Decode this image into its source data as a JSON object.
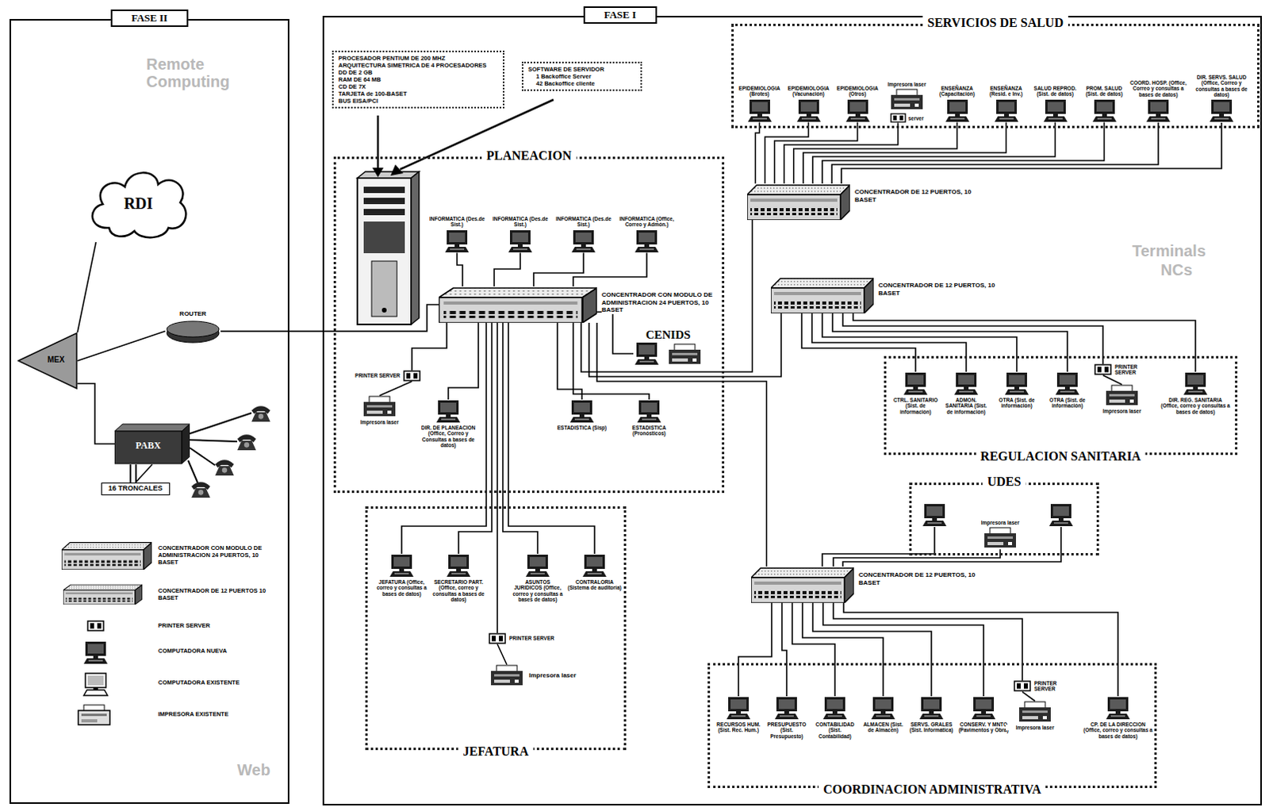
{
  "diagram": {
    "nodes": [
      {
        "text": [
          "FASE II"
        ]
      },
      {
        "text": [
          "FASE I"
        ]
      },
      {
        "text": [
          "RDI"
        ],
        "in": 0
      },
      {
        "text": [
          "ROUTER"
        ],
        "in": 0
      },
      {
        "text": [
          "MEX"
        ],
        "in": 0
      },
      {
        "text": [
          "PABX"
        ],
        "in": 0
      },
      {
        "text": [
          "16 TRONCALES"
        ],
        "in": 0
      },
      {
        "text": [
          "PROCESADOR PENTIUM DE 200 MHZ",
          "ARQUITECTURA SIMETRICA DE 4 PROCESADORES",
          "DD DE 2 GB",
          "RAM DE 64 MB",
          "CD DE 7X",
          "TARJETA de 100-BASET",
          "BUS EISA/PCI"
        ],
        "in": 1
      },
      {
        "text": [
          "SOFTWARE DE SERVIDOR",
          "1 Backoffice Server",
          "42 Backoffice cliente"
        ],
        "in": 1
      },
      {
        "text": [
          "SERVICIOS DE SALUD"
        ],
        "in": 1
      },
      {
        "text": [
          "EPIDEMIOLOGIA (Brotes)"
        ],
        "in": 9
      },
      {
        "text": [
          "EPIDEMIOLOGIA (Vacunación)"
        ],
        "in": 9
      },
      {
        "text": [
          "EPIDEMIOLOGIA (Otros)"
        ],
        "in": 9
      },
      {
        "text": [
          "Impresora laser",
          "server"
        ],
        "in": 9
      },
      {
        "text": [
          "ENSEÑANZA (Capacitación)"
        ],
        "in": 9
      },
      {
        "text": [
          "ENSEÑANZA (Resid. e Inv.)"
        ],
        "in": 9
      },
      {
        "text": [
          "SALUD REPROD. (Sist. de datos)"
        ],
        "in": 9
      },
      {
        "text": [
          "PROM. SALUD (Sist. de datos)"
        ],
        "in": 9
      },
      {
        "text": [
          "COORD. HOSP. (Office, Correo y consultas a bases de datos)"
        ],
        "in": 9
      },
      {
        "text": [
          "DIR. SERVS. SALUD (Office, Correo y consultas a bases de datos)"
        ],
        "in": 9
      },
      {
        "text": [
          "CONCENTRADOR DE 12 PUERTOS, 10 BASET"
        ],
        "in": 1
      },
      {
        "text": [
          "PLANEACION"
        ],
        "in": 1
      },
      {
        "text": [
          "INFORMATICA (Des.de Sist.)"
        ],
        "in": 21
      },
      {
        "text": [
          "INFORMATICA (Des.de Sist.)"
        ],
        "in": 21
      },
      {
        "text": [
          "INFORMATICA (Des.de Sist.)"
        ],
        "in": 21
      },
      {
        "text": [
          "INFORMATICA (Office, Correo y Admón.)"
        ],
        "in": 21
      },
      {
        "text": [
          "CONCENTRADOR CON MODULO DE ADMINISTRACION 24 PUERTOS, 10 BASET"
        ],
        "in": 21
      },
      {
        "text": [
          "CENIDS"
        ],
        "in": 21
      },
      {
        "text": [
          "PRINTER SERVER"
        ],
        "in": 21
      },
      {
        "text": [
          "Impresora laser"
        ],
        "in": 21
      },
      {
        "text": [
          "DIR. DE PLANEACION (Office, Correo y Consultas a bases de datos)"
        ],
        "in": 21
      },
      {
        "text": [
          "ESTADISTICA (Sisp)"
        ],
        "in": 21
      },
      {
        "text": [
          "ESTADISTICA (Pronósticos)"
        ],
        "in": 21
      },
      {
        "text": [
          "JEFATURA"
        ],
        "in": 1
      },
      {
        "text": [
          "JEFATURA (Office, correo y consultas a bases de datos)"
        ],
        "in": 33
      },
      {
        "text": [
          "SECRETARIO PART. (Office, correo y consultas a bases de datos)"
        ],
        "in": 33
      },
      {
        "text": [
          "ASUNTOS JURIDICOS (Office, correo y consultas a bases de datos)"
        ],
        "in": 33
      },
      {
        "text": [
          "CONTRALORIA (Sistema de auditoría)"
        ],
        "in": 33
      },
      {
        "text": [
          "PRINTER SERVER"
        ],
        "in": 33
      },
      {
        "text": [
          "Impresora laser"
        ],
        "in": 33
      },
      {
        "text": [
          "CONCENTRADOR DE 12 PUERTOS, 10 BASET"
        ],
        "in": 1
      },
      {
        "text": [
          "REGULACION SANITARIA"
        ],
        "in": 1
      },
      {
        "text": [
          "CTRL. SANITARIO (Sist. de información)"
        ],
        "in": 41
      },
      {
        "text": [
          "ADMON. SANITARIA (Sist. de información)"
        ],
        "in": 41
      },
      {
        "text": [
          "OTRA (Sist. de información)"
        ],
        "in": 41
      },
      {
        "text": [
          "OTRA (Sist. de información)"
        ],
        "in": 41
      },
      {
        "text": [
          "PRINTER SERVER"
        ],
        "in": 41
      },
      {
        "text": [
          "Impresora laser"
        ],
        "in": 41
      },
      {
        "text": [
          "DIR. REG. SANITARIA (Office, correo y consultas a bases de datos)"
        ],
        "in": 41
      },
      {
        "text": [
          "UDES"
        ],
        "in": 1
      },
      {
        "text": [
          "Impresora laser"
        ],
        "in": 49
      },
      {
        "text": [
          "CONCENTRADOR DE 12 PUERTOS, 10 BASET"
        ],
        "in": 1
      },
      {
        "text": [
          "COORDINACION ADMINISTRATIVA"
        ],
        "in": 1
      },
      {
        "text": [
          "RECURSOS HUM. (Sist. Rec. Hum.)"
        ],
        "in": 52
      },
      {
        "text": [
          "PRESUPUESTO (Sist. Presupuesto)"
        ],
        "in": 52
      },
      {
        "text": [
          "CONTABILIDAD (Sist. Contabilidad)"
        ],
        "in": 52
      },
      {
        "text": [
          "ALMACEN (Sist. de Almacén)"
        ],
        "in": 52
      },
      {
        "text": [
          "SERVS. GRALES (Sist. Informática)"
        ],
        "in": 52
      },
      {
        "text": [
          "CONSERV. Y MNTO (Pavimentos y Obra)"
        ],
        "in": 52
      },
      {
        "text": [
          "PRINTER SERVER"
        ],
        "in": 52
      },
      {
        "text": [
          "Impresora laser"
        ],
        "in": 52
      },
      {
        "text": [
          "CP. DE LA DIRECCION (Office, correo y consultas a bases de datos)"
        ],
        "in": 52
      }
    ],
    "edges": [
      {
        "from": 2,
        "to": 4,
        "arrow": "none"
      },
      {
        "from": 4,
        "to": 3,
        "arrow": "none"
      },
      {
        "from": 3,
        "to": 26,
        "arrow": "none"
      },
      {
        "from": 4,
        "to": 5,
        "arrow": "none"
      },
      {
        "from": 5,
        "to": 6,
        "arrow": "none"
      },
      {
        "from": 10,
        "to": 20,
        "arrow": "none"
      },
      {
        "from": 11,
        "to": 20,
        "arrow": "none"
      },
      {
        "from": 12,
        "to": 20,
        "arrow": "none"
      },
      {
        "from": 13,
        "to": 20,
        "arrow": "none"
      },
      {
        "from": 14,
        "to": 20,
        "arrow": "none"
      },
      {
        "from": 15,
        "to": 20,
        "arrow": "none"
      },
      {
        "from": 16,
        "to": 20,
        "arrow": "none"
      },
      {
        "from": 17,
        "to": 20,
        "arrow": "none"
      },
      {
        "from": 18,
        "to": 20,
        "arrow": "none"
      },
      {
        "from": 19,
        "to": 20,
        "arrow": "none"
      },
      {
        "from": 22,
        "to": 26,
        "arrow": "none"
      },
      {
        "from": 23,
        "to": 26,
        "arrow": "none"
      },
      {
        "from": 24,
        "to": 26,
        "arrow": "none"
      },
      {
        "from": 25,
        "to": 26,
        "arrow": "none"
      },
      {
        "from": 27,
        "to": 26,
        "arrow": "none"
      },
      {
        "from": 28,
        "to": 26,
        "arrow": "none"
      },
      {
        "from": 28,
        "to": 29,
        "arrow": "none"
      },
      {
        "from": 30,
        "to": 26,
        "arrow": "none"
      },
      {
        "from": 31,
        "to": 26,
        "arrow": "none"
      },
      {
        "from": 32,
        "to": 26,
        "arrow": "none"
      },
      {
        "from": 34,
        "to": 26,
        "arrow": "none"
      },
      {
        "from": 35,
        "to": 26,
        "arrow": "none"
      },
      {
        "from": 36,
        "to": 26,
        "arrow": "none"
      },
      {
        "from": 37,
        "to": 26,
        "arrow": "none"
      },
      {
        "from": 38,
        "to": 26,
        "arrow": "none"
      },
      {
        "from": 38,
        "to": 39,
        "arrow": "none"
      },
      {
        "from": 26,
        "to": 20,
        "arrow": "none"
      },
      {
        "from": 26,
        "to": 40,
        "arrow": "none"
      },
      {
        "from": 26,
        "to": 51,
        "arrow": "none"
      },
      {
        "from": 42,
        "to": 40,
        "arrow": "none"
      },
      {
        "from": 43,
        "to": 40,
        "arrow": "none"
      },
      {
        "from": 44,
        "to": 40,
        "arrow": "none"
      },
      {
        "from": 45,
        "to": 40,
        "arrow": "none"
      },
      {
        "from": 46,
        "to": 40,
        "arrow": "none"
      },
      {
        "from": 46,
        "to": 47,
        "arrow": "none"
      },
      {
        "from": 48,
        "to": 40,
        "arrow": "none"
      },
      {
        "from": 50,
        "to": 51,
        "arrow": "none"
      },
      {
        "from": 53,
        "to": 51,
        "arrow": "none"
      },
      {
        "from": 54,
        "to": 51,
        "arrow": "none"
      },
      {
        "from": 55,
        "to": 51,
        "arrow": "none"
      },
      {
        "from": 56,
        "to": 51,
        "arrow": "none"
      },
      {
        "from": 57,
        "to": 51,
        "arrow": "none"
      },
      {
        "from": 58,
        "to": 51,
        "arrow": "none"
      },
      {
        "from": 59,
        "to": 51,
        "arrow": "none"
      },
      {
        "from": 59,
        "to": 60,
        "arrow": "none"
      },
      {
        "from": 61,
        "to": 51,
        "arrow": "none"
      }
    ],
    "labels": [
      "Remote Computing",
      "Terminals",
      "NCs",
      "Web"
    ],
    "legend": [
      {
        "text": "CONCENTRADOR CON MODULO DE ADMINISTRACION 24 PUERTOS, 10 BASET"
      },
      {
        "text": "CONCENTRADOR DE 12 PUERTOS 10 BASET"
      },
      {
        "text": "PRINTER SERVER"
      },
      {
        "text": "COMPUTADORA NUEVA"
      },
      {
        "text": "COMPUTADORA EXISTENTE"
      },
      {
        "text": "IMPRESORA EXISTENTE"
      }
    ]
  }
}
